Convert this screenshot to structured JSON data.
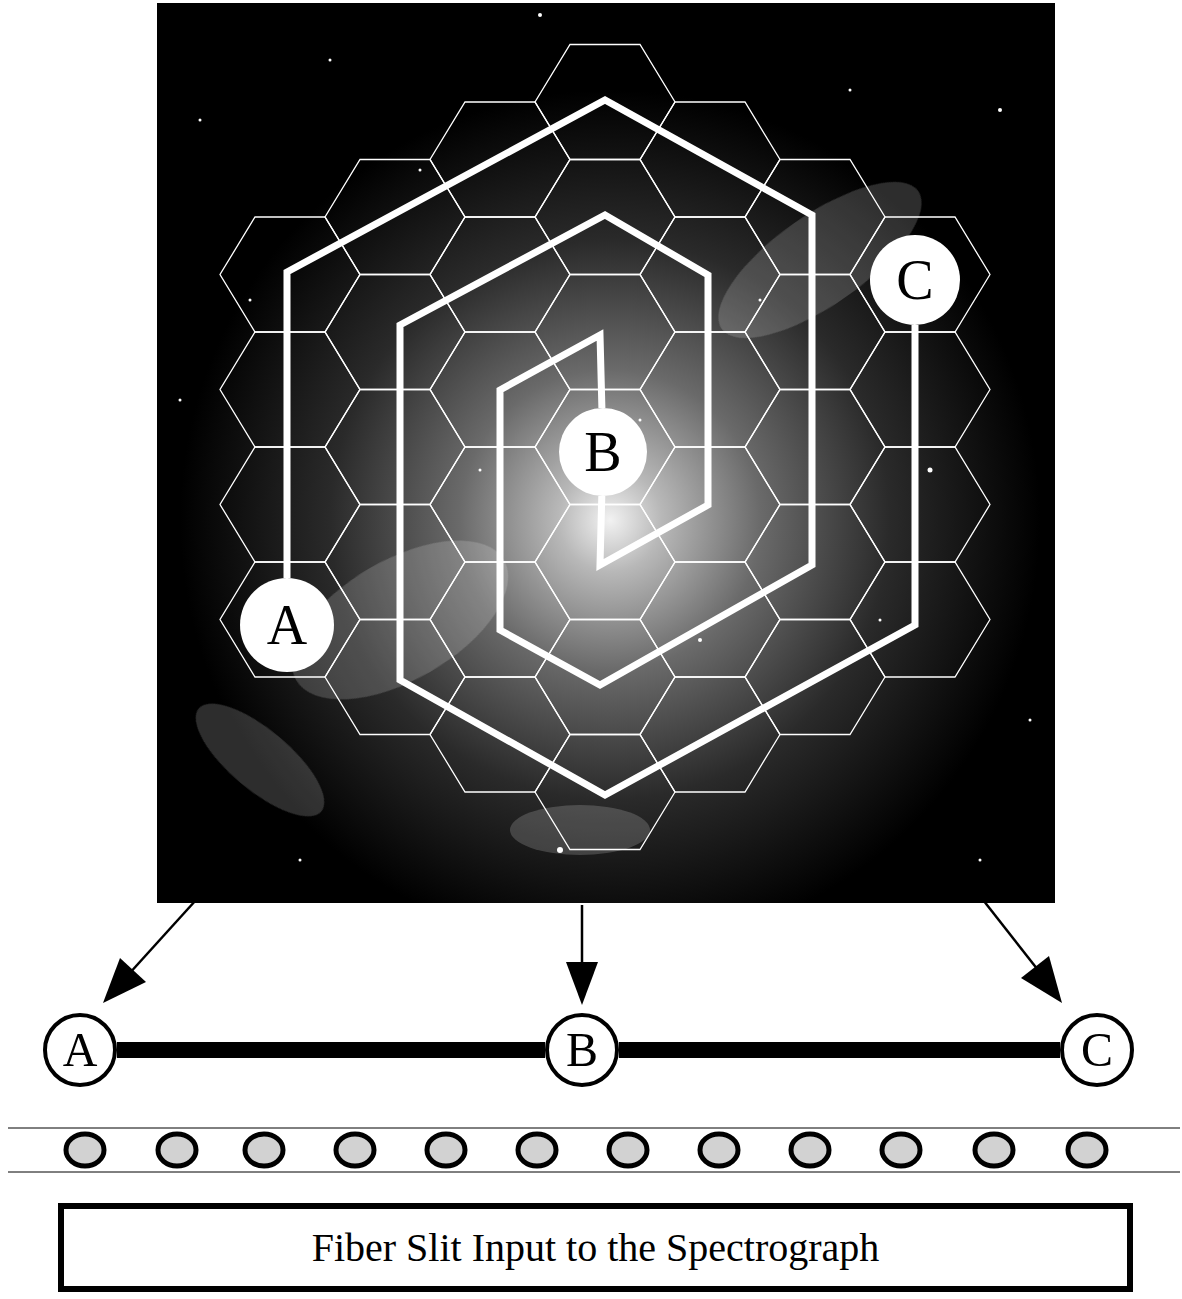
{
  "diagram": {
    "nodes": [
      {
        "text": [
          "A"
        ]
      },
      {
        "text": [
          "B"
        ]
      },
      {
        "text": [
          "C"
        ]
      },
      {
        "text": [
          "A"
        ]
      },
      {
        "text": [
          "B"
        ]
      },
      {
        "text": [
          "C"
        ]
      },
      {
        "text": [
          "Fiber Slit Input to the Spectrograph"
        ]
      }
    ],
    "edges": [
      {
        "from": 0,
        "to": 1,
        "arrow": "none"
      },
      {
        "from": 1,
        "to": 2,
        "arrow": "none"
      },
      {
        "from": 3,
        "to": 4,
        "arrow": "none"
      },
      {
        "from": 4,
        "to": 5,
        "arrow": "none"
      }
    ]
  }
}
